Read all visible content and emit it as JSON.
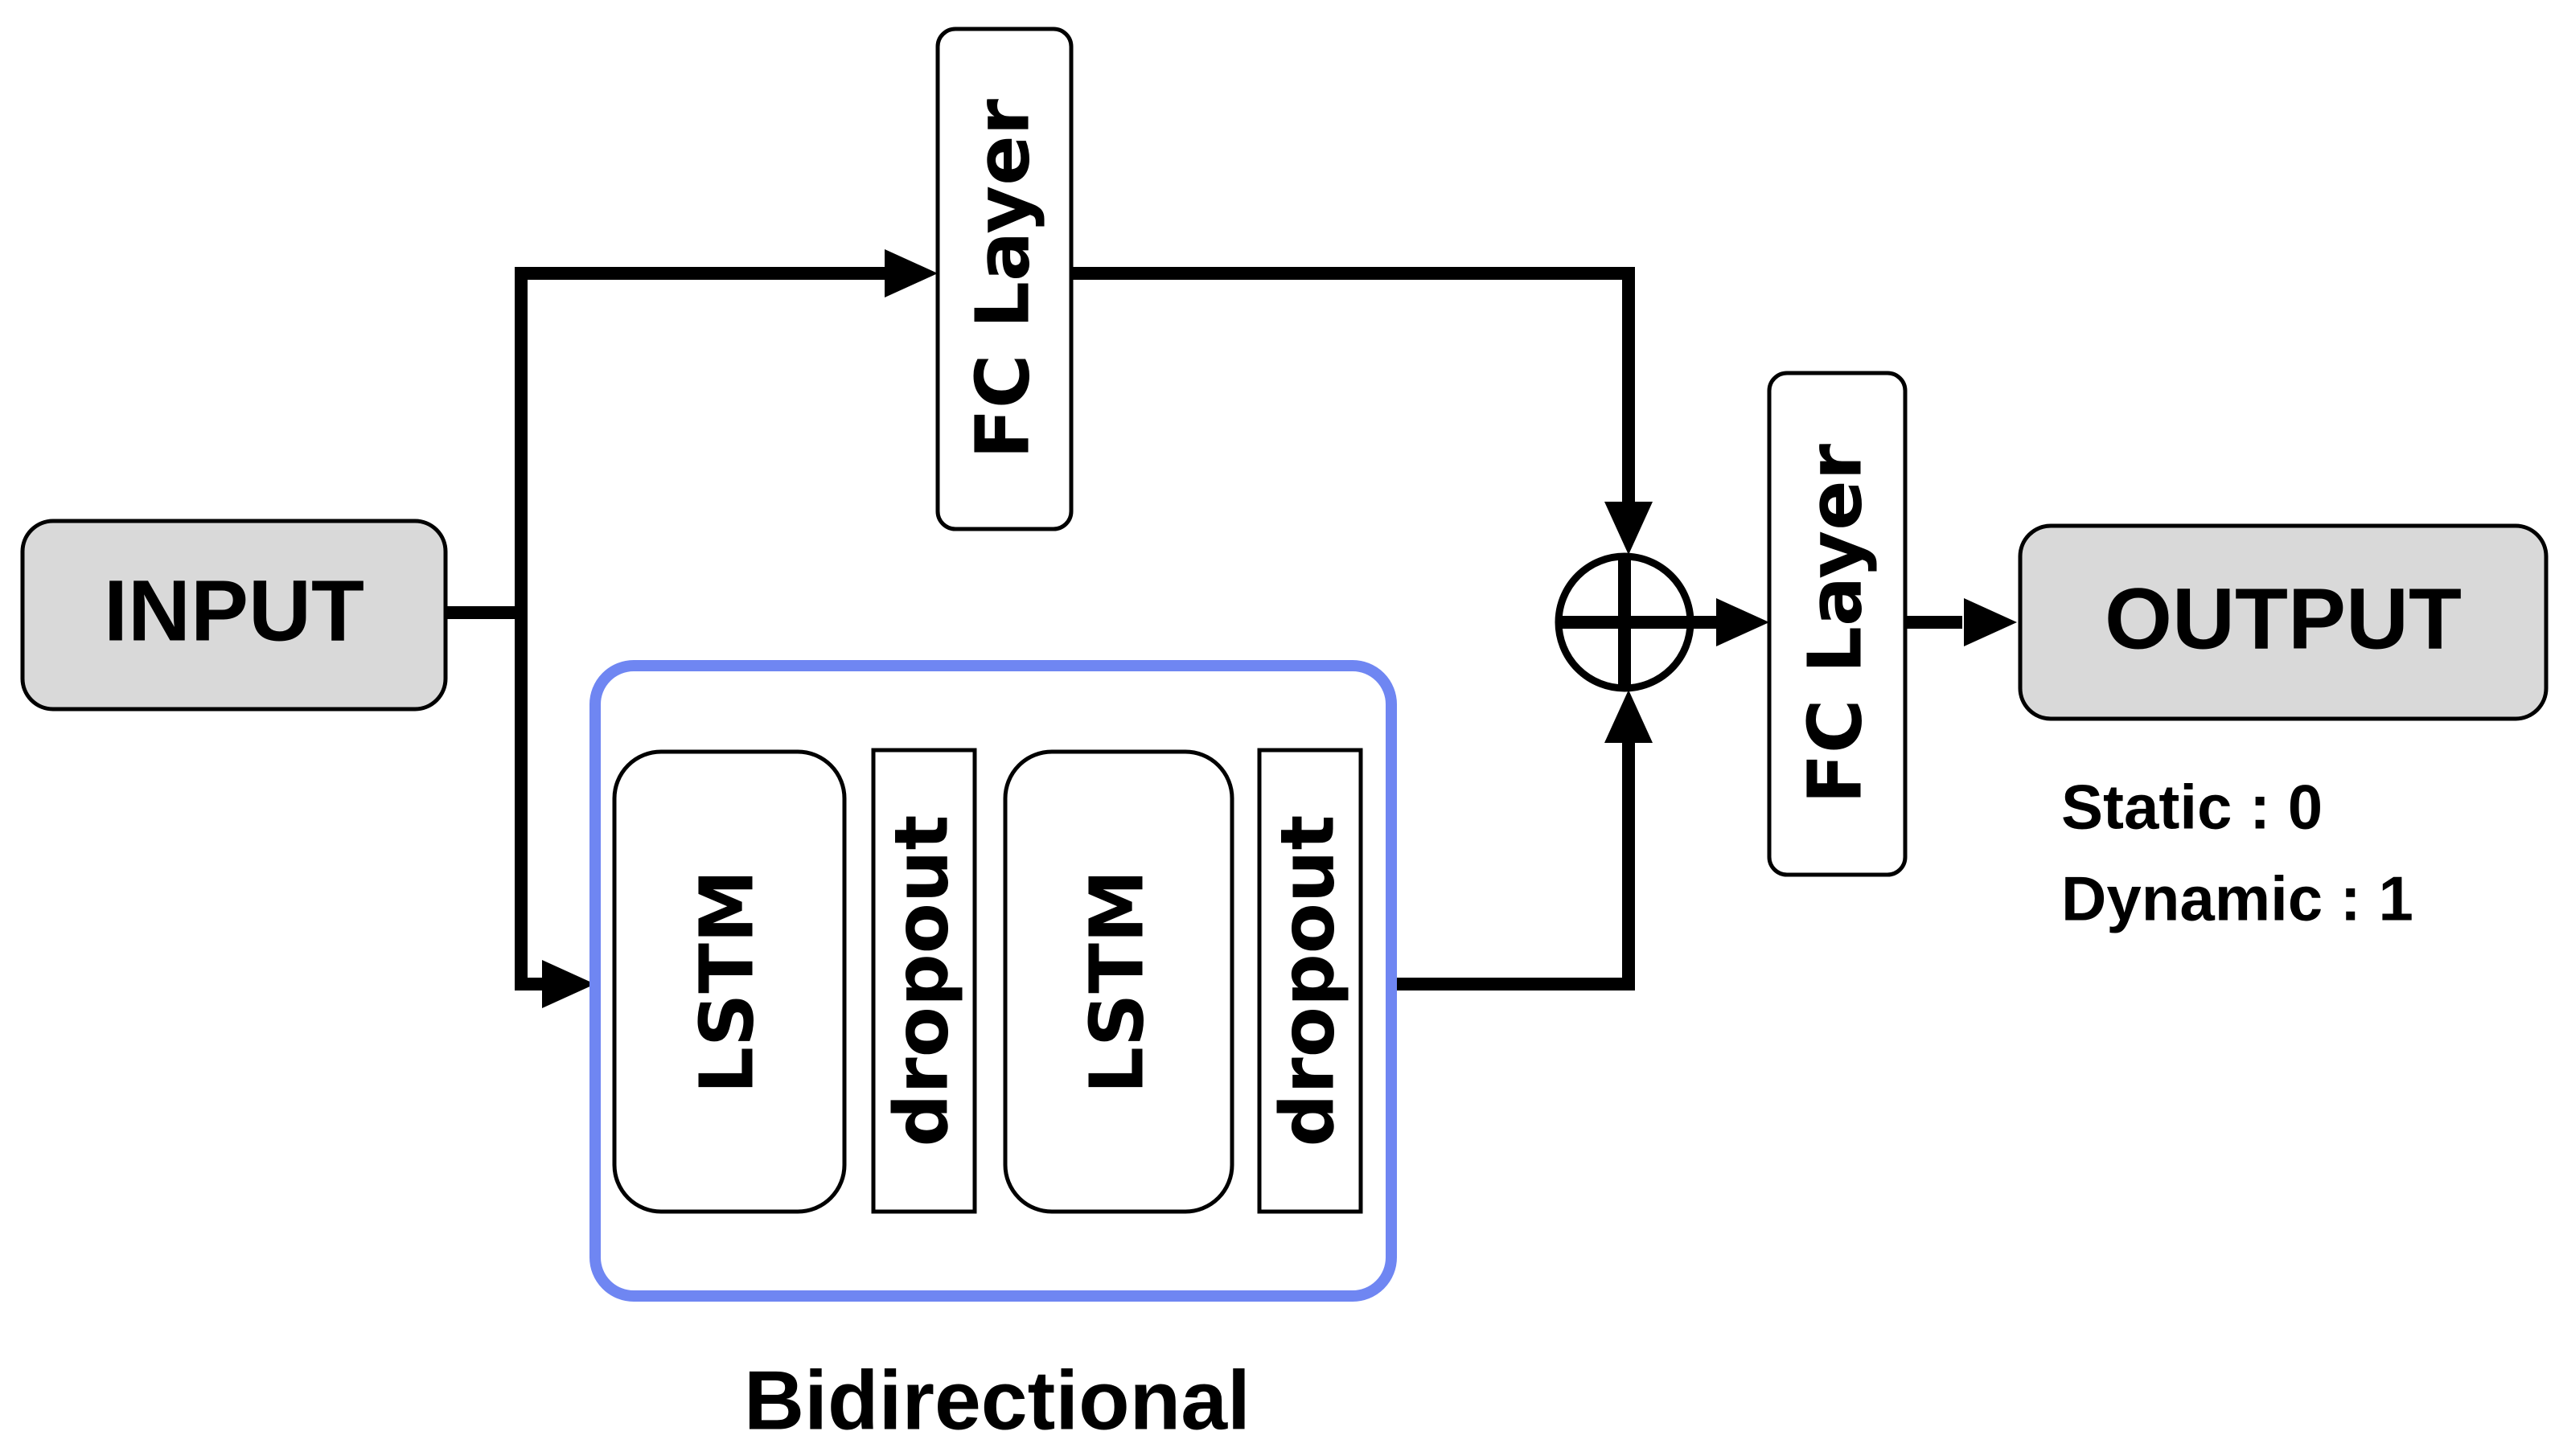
{
  "diagram": {
    "input": {
      "label": "INPUT"
    },
    "output": {
      "label": "OUTPUT"
    },
    "fc_layer_top": {
      "label": "FC Layer"
    },
    "fc_layer_right": {
      "label": "FC Layer"
    },
    "bidirectional_block": {
      "caption": "Bidirectional",
      "lstm_1": {
        "label": "LSTM"
      },
      "dropout_1": {
        "label": "dropout"
      },
      "lstm_2": {
        "label": "LSTM"
      },
      "dropout_2": {
        "label": "dropout"
      }
    },
    "sum_node": {
      "symbol": "add-circle"
    },
    "output_classes": {
      "static": "Static : 0",
      "dynamic": "Dynamic : 1"
    }
  },
  "colors": {
    "node_fill": "#d9d9d9",
    "line": "#000000",
    "bidirectional_border": "#6f86f2"
  }
}
